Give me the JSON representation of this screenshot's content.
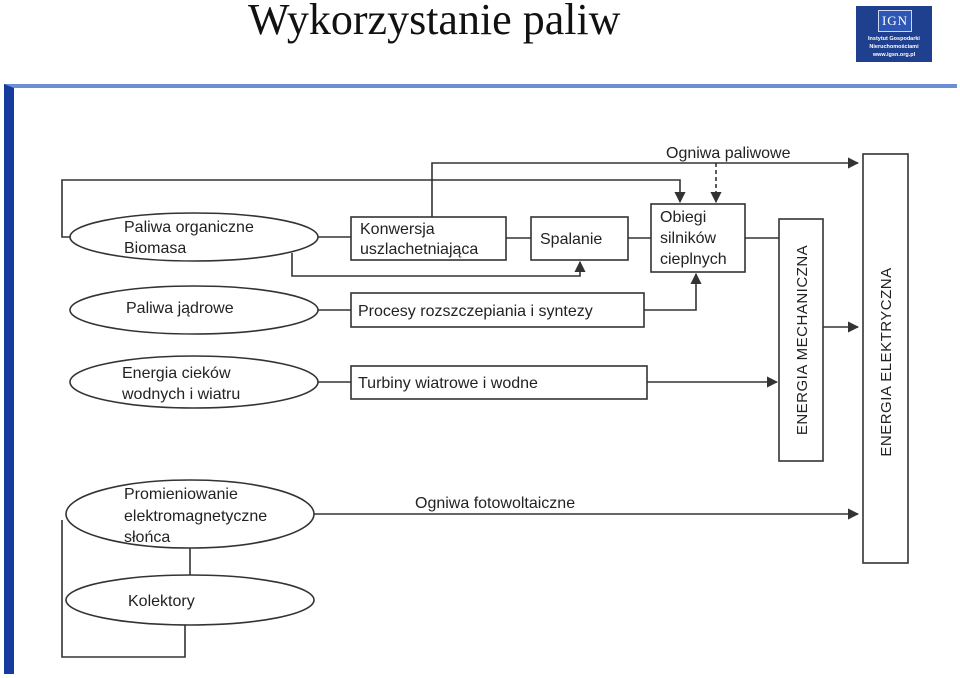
{
  "slide": {
    "title": "Wykorzystanie paliw"
  },
  "logo": {
    "mark": "IGN",
    "lines": [
      "Instytut Gospodarki",
      "Nieruchomościami",
      "www.igsn.org.pl"
    ]
  },
  "diagram": {
    "sources": {
      "organic_line1": "Paliwa organiczne",
      "organic_line2": "Biomasa",
      "nuclear": "Paliwa jądrowe",
      "hydro_line1": "Energia cieków",
      "hydro_line2": "wodnych i wiatru",
      "solar_line1": "Promieniowanie",
      "solar_line2": "elektromagnetyczne",
      "solar_line3": "słońca",
      "collectors": "Kolektory"
    },
    "processes": {
      "conversion_line1": "Konwersja",
      "conversion_line2": "uszlachetniająca",
      "combustion": "Spalanie",
      "cycles_line1": "Obiegi",
      "cycles_line2": "silników",
      "cycles_line3": "cieplnych",
      "fission": "Procesy rozszczepiania i syntezy",
      "turbines": "Turbiny wiatrowe i wodne"
    },
    "outputs": {
      "mechanical": "ENERGIA MECHANICZNA",
      "electrical": "ENERGIA ELEKTRYCZNA"
    },
    "edges": {
      "fuel_cells": "Ogniwa paliwowe",
      "photovoltaic": "Ogniwa fotowoltaiczne"
    }
  }
}
